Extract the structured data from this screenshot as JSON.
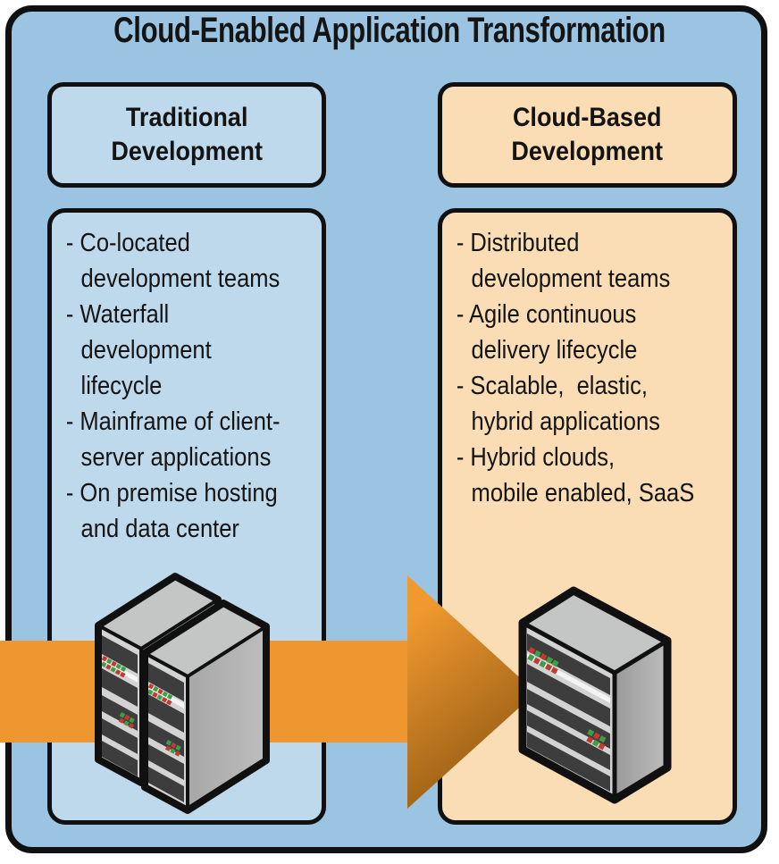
{
  "title": "Cloud-Enabled Application Transformation",
  "panels": [
    {
      "id": "traditional",
      "header": "Traditional\nDevelopment",
      "items": [
        "- Co-located\ndevelopment teams",
        "- Waterfall\ndevelopment\nlifecycle",
        "- Mainframe of client-\nserver applications",
        "- On premise hosting\nand data center"
      ],
      "icon": "server-towers-icon"
    },
    {
      "id": "cloud",
      "header": "Cloud-Based\nDevelopment",
      "items": [
        "- Distributed\ndevelopment teams",
        "- Agile continuous\ndelivery lifecycle",
        "- Scalable,  elastic,\nhybrid applications",
        "- Hybrid clouds,\nmobile enabled, SaaS"
      ],
      "icon": "server-tower-icon"
    }
  ],
  "arrow": {
    "name": "transformation-arrow",
    "direction": "left-to-right"
  },
  "colors": {
    "background_blue": "#9AC4E1",
    "panel_blue": "#BFD9EC",
    "panel_peach": "#FBDDB5",
    "arrow_orange": "#EE962F",
    "arrow_dark": "#8A5511",
    "outline_black": "#101010"
  }
}
